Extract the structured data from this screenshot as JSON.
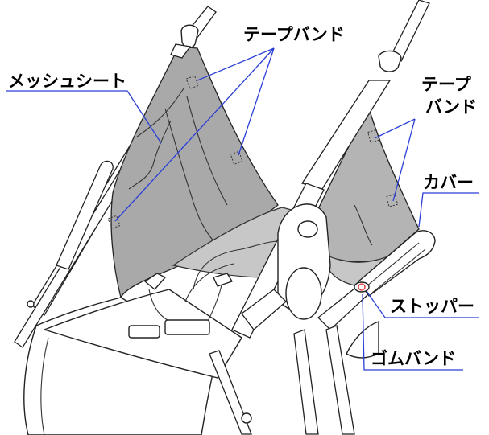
{
  "labels": {
    "tape_band_top": "テープバンド",
    "mesh_sheet": "メッシュシート",
    "tape_band_right_line1": "テープ",
    "tape_band_right_line2": "バンド",
    "cover": "カバー",
    "stopper": "ストッパー",
    "rubber_band": "ゴムバンド"
  },
  "colors": {
    "leader_line": "#2a3fd6",
    "mesh_fill": "#a9a9a9",
    "stopper_highlight": "#e03030"
  }
}
